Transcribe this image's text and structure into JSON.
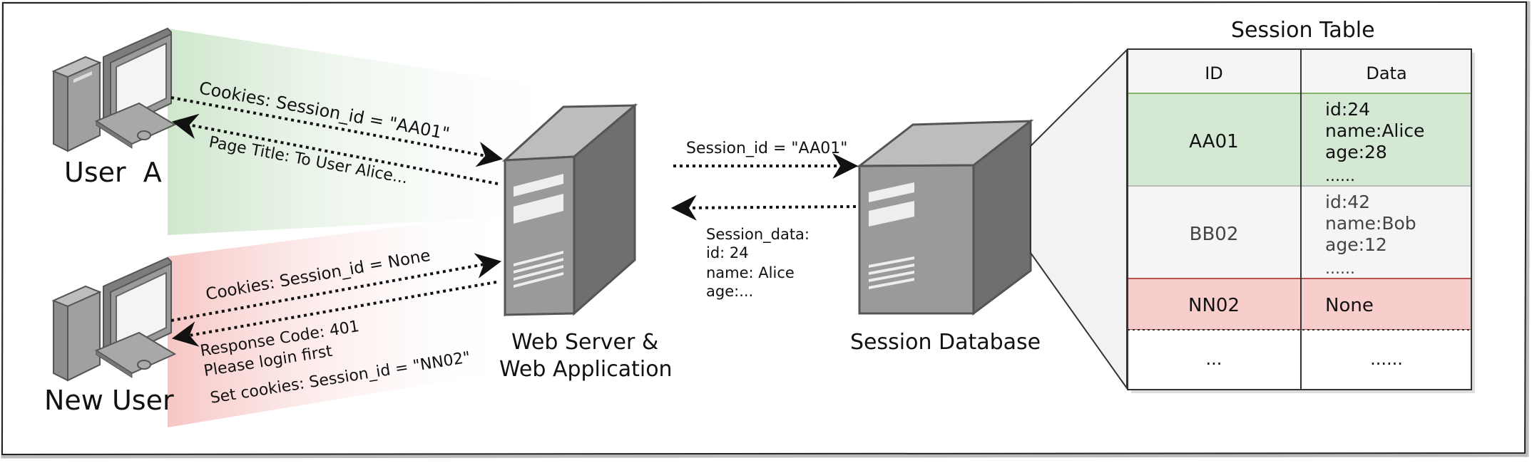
{
  "clients": {
    "user_a": {
      "label": "User  A"
    },
    "new_user": {
      "label": "New User"
    }
  },
  "messages": {
    "user_a_request": "Cookies: Session_id = \"AA01\"",
    "user_a_response": "Page Title: To User Alice...",
    "new_user_request": "Cookies: Session_id = None",
    "new_user_response_lines": [
      "Response Code: 401",
      "Please login first",
      "Set cookies: Session_id = \"NN02\""
    ],
    "server_to_db": "Session_id = \"AA01\"",
    "db_to_server_lines": [
      "Session_data:",
      "id: 24",
      "name: Alice",
      "age:..."
    ]
  },
  "servers": {
    "web": {
      "label_lines": [
        "Web Server &",
        "Web Application"
      ]
    },
    "db": {
      "label": "Session Database"
    }
  },
  "session_table": {
    "title": "Session Table",
    "columns": [
      "ID",
      "Data"
    ],
    "rows": [
      {
        "id": "AA01",
        "data": [
          "id:24",
          "name:Alice",
          "age:28",
          "......"
        ],
        "status": "highlight"
      },
      {
        "id": "BB02",
        "data": [
          "id:42",
          "name:Bob",
          "age:12",
          "......"
        ],
        "status": "normal"
      },
      {
        "id": "NN02",
        "data": [
          "None"
        ],
        "status": "error"
      },
      {
        "id": "...",
        "data": [
          "......"
        ],
        "status": "placeholder"
      }
    ]
  },
  "colors": {
    "green": "#d5e8d4",
    "red": "#f8cecc",
    "table_header": "#f5f5f5",
    "server_gray": "#8a8a8a"
  }
}
